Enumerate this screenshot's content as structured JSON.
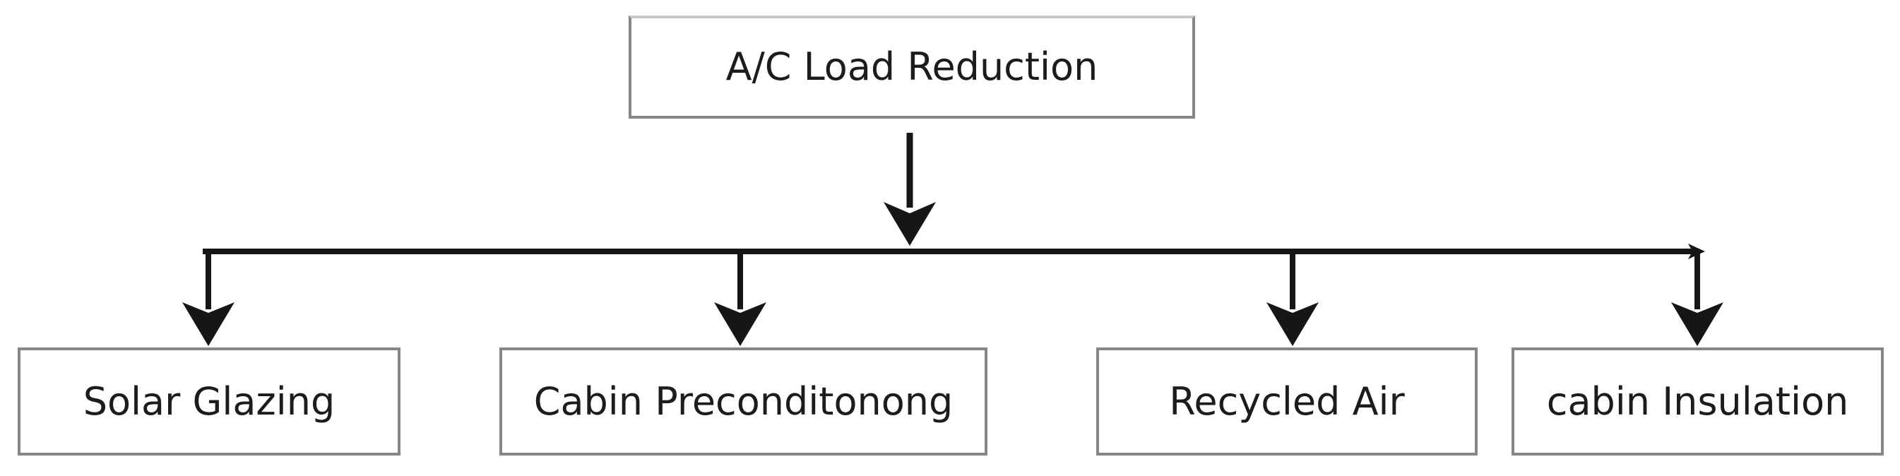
{
  "diagram": {
    "title": "A/C Load Reduction hierarchy",
    "type": "tree",
    "root": {
      "label": "A/C Load Reduction"
    },
    "children": [
      {
        "label": "Solar Glazing"
      },
      {
        "label": "Cabin Preconditonong"
      },
      {
        "label": "Recycled Air"
      },
      {
        "label": "cabin Insulation"
      }
    ],
    "edges": [
      {
        "from": "A/C Load Reduction",
        "to": "Solar Glazing"
      },
      {
        "from": "A/C Load Reduction",
        "to": "Cabin Preconditonong"
      },
      {
        "from": "A/C Load Reduction",
        "to": "Recycled Air"
      },
      {
        "from": "A/C Load Reduction",
        "to": "cabin Insulation"
      }
    ],
    "colors": {
      "line": "#161616",
      "box_border": "#868686",
      "text": "#1c1c1c",
      "background": "#ffffff"
    }
  }
}
